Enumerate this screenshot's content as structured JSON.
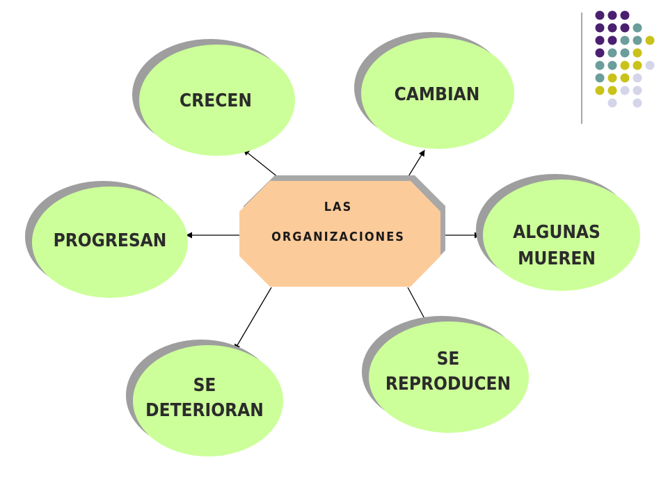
{
  "center": {
    "lines": [
      "LAS",
      "ORGANIZACIONES"
    ],
    "fill": "#fccb9a"
  },
  "nodes": [
    {
      "id": "crecen",
      "lines": [
        "CRECEN"
      ]
    },
    {
      "id": "cambian",
      "lines": [
        "CAMBIAN"
      ]
    },
    {
      "id": "progresan",
      "lines": [
        "PROGRESAN"
      ]
    },
    {
      "id": "algunas-mueren",
      "lines": [
        "ALGUNAS",
        "MUEREN"
      ]
    },
    {
      "id": "se-deterioran",
      "lines": [
        "SE",
        "DETERIORAN"
      ]
    },
    {
      "id": "se-reproducen",
      "lines": [
        "SE",
        "REPRODUCEN"
      ]
    }
  ],
  "colors": {
    "node_fill": "#ccff99",
    "node_shadow": "#9e9e9e",
    "arrow": "#000000",
    "dot_purple": "#4b1f6f",
    "dot_teal": "#6b9e9b",
    "dot_yellow": "#c9c21a",
    "dot_lavender": "#d5d5ea"
  }
}
